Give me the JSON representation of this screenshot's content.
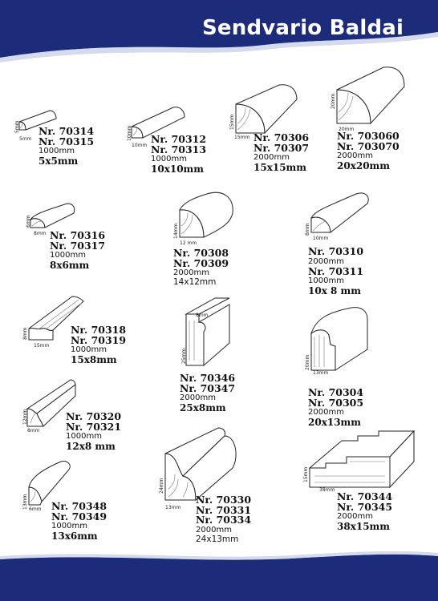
{
  "header": {
    "title": "Sendvario Baldai"
  },
  "colors": {
    "brand_blue": "#1c2c7a",
    "background": "#ffffff"
  },
  "products": [
    {
      "id": "p1",
      "codes": [
        "Nr. 70314",
        "Nr. 70315"
      ],
      "length": "1000mm",
      "size": "5x5mm",
      "dims": [
        "5mm",
        "5mm"
      ]
    },
    {
      "id": "p2",
      "codes": [
        "Nr. 70312",
        "Nr. 70313"
      ],
      "length": "1000mm",
      "size": "10x10mm",
      "dims": [
        "10mm",
        "10mm"
      ]
    },
    {
      "id": "p3",
      "codes": [
        "Nr. 70306",
        "Nr. 70307"
      ],
      "length": "2000mm",
      "size": "15x15mm",
      "dims": [
        "15mm",
        "15mm"
      ]
    },
    {
      "id": "p4",
      "codes": [
        "Nr. 703060",
        "Nr. 703070"
      ],
      "length": "2000mm",
      "size": "20x20mm",
      "dims": [
        "20mm",
        "20mm"
      ]
    },
    {
      "id": "p5",
      "codes": [
        "Nr. 70316",
        "Nr. 70317"
      ],
      "length": "1000mm",
      "size": "8x6mm",
      "dims": [
        "6mm",
        "8mm"
      ]
    },
    {
      "id": "p6",
      "codes": [
        "Nr. 70308",
        "Nr. 70309"
      ],
      "length": "2000mm",
      "size": "14x12mm",
      "dims": [
        "14mm",
        "12 mm"
      ]
    },
    {
      "id": "p7",
      "codes": [
        "Nr. 70310"
      ],
      "length": "2000mm",
      "codes2": [
        "Nr. 70311"
      ],
      "length2": "1000mm",
      "size": "10x 8 mm",
      "dims": [
        "8mm",
        "10mm"
      ]
    },
    {
      "id": "p8",
      "codes": [
        "Nr. 70318",
        "Nr. 70319"
      ],
      "length": "1000mm",
      "size": "15x8mm",
      "dims": [
        "8mm",
        "15mm"
      ]
    },
    {
      "id": "p9",
      "codes": [
        "Nr. 70346",
        "Nr. 70347"
      ],
      "length": "2000mm",
      "size": "25x8mm",
      "dims": [
        "8mm",
        "25mm"
      ]
    },
    {
      "id": "p10",
      "codes": [
        "Nr. 70304",
        "Nr. 70305"
      ],
      "length": "2000mm",
      "size": "20x13mm",
      "dims": [
        "20mm",
        "13mm"
      ]
    },
    {
      "id": "p11",
      "codes": [
        "Nr. 70320",
        "Nr. 70321"
      ],
      "length": "1000mm",
      "size": "12x8 mm",
      "dims": [
        "12mm",
        "8mm"
      ]
    },
    {
      "id": "p12",
      "codes": [
        "Nr. 70348",
        "Nr. 70349"
      ],
      "length": "1000mm",
      "size": "13x6mm",
      "dims": [
        "13mm",
        "6mm"
      ]
    },
    {
      "id": "p13",
      "codes": [
        "Nr. 70330",
        "Nr. 70331",
        "Nr. 70334"
      ],
      "length": "2000mm",
      "size": "24x13mm",
      "dims": [
        "24mm",
        "13mm"
      ]
    },
    {
      "id": "p14",
      "codes": [
        "Nr. 70344",
        "Nr. 70345"
      ],
      "length": "2000mm",
      "size": "38x15mm",
      "dims": [
        "15mm",
        "38mm"
      ]
    }
  ]
}
